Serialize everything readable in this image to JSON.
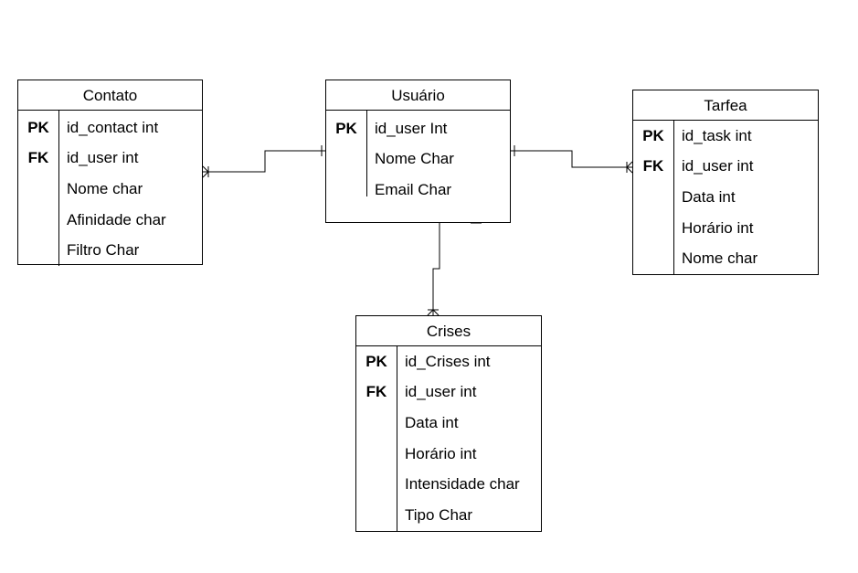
{
  "entities": {
    "contato": {
      "title": "Contato",
      "fields": [
        {
          "key": "PK",
          "name": "id_contact int"
        },
        {
          "key": "FK",
          "name": "id_user int"
        },
        {
          "key": "",
          "name": "Nome char"
        },
        {
          "key": "",
          "name": "Afinidade char"
        },
        {
          "key": "",
          "name": "Filtro Char"
        }
      ]
    },
    "usuario": {
      "title": "Usuário",
      "fields": [
        {
          "key": "PK",
          "name": "id_user Int"
        },
        {
          "key": "",
          "name": "Nome Char"
        },
        {
          "key": "",
          "name": "Email Char"
        }
      ]
    },
    "tarfea": {
      "title": "Tarfea",
      "fields": [
        {
          "key": "PK",
          "name": "id_task int"
        },
        {
          "key": "FK",
          "name": "id_user int"
        },
        {
          "key": "",
          "name": "Data int"
        },
        {
          "key": "",
          "name": "Horário int"
        },
        {
          "key": "",
          "name": "Nome char"
        }
      ]
    },
    "crises": {
      "title": "Crises",
      "fields": [
        {
          "key": "PK",
          "name": "id_Crises int"
        },
        {
          "key": "FK",
          "name": "id_user int"
        },
        {
          "key": "",
          "name": "Data int"
        },
        {
          "key": "",
          "name": "Horário int"
        },
        {
          "key": "",
          "name": "Intensidade char"
        },
        {
          "key": "",
          "name": "Tipo Char"
        }
      ]
    }
  },
  "relationships": [
    {
      "from": "usuario",
      "to": "contato",
      "from_end": "one",
      "to_end": "many"
    },
    {
      "from": "usuario",
      "to": "tarfea",
      "from_end": "one",
      "to_end": "many"
    },
    {
      "from": "usuario",
      "to": "crises",
      "from_end": "one",
      "to_end": "many"
    }
  ]
}
